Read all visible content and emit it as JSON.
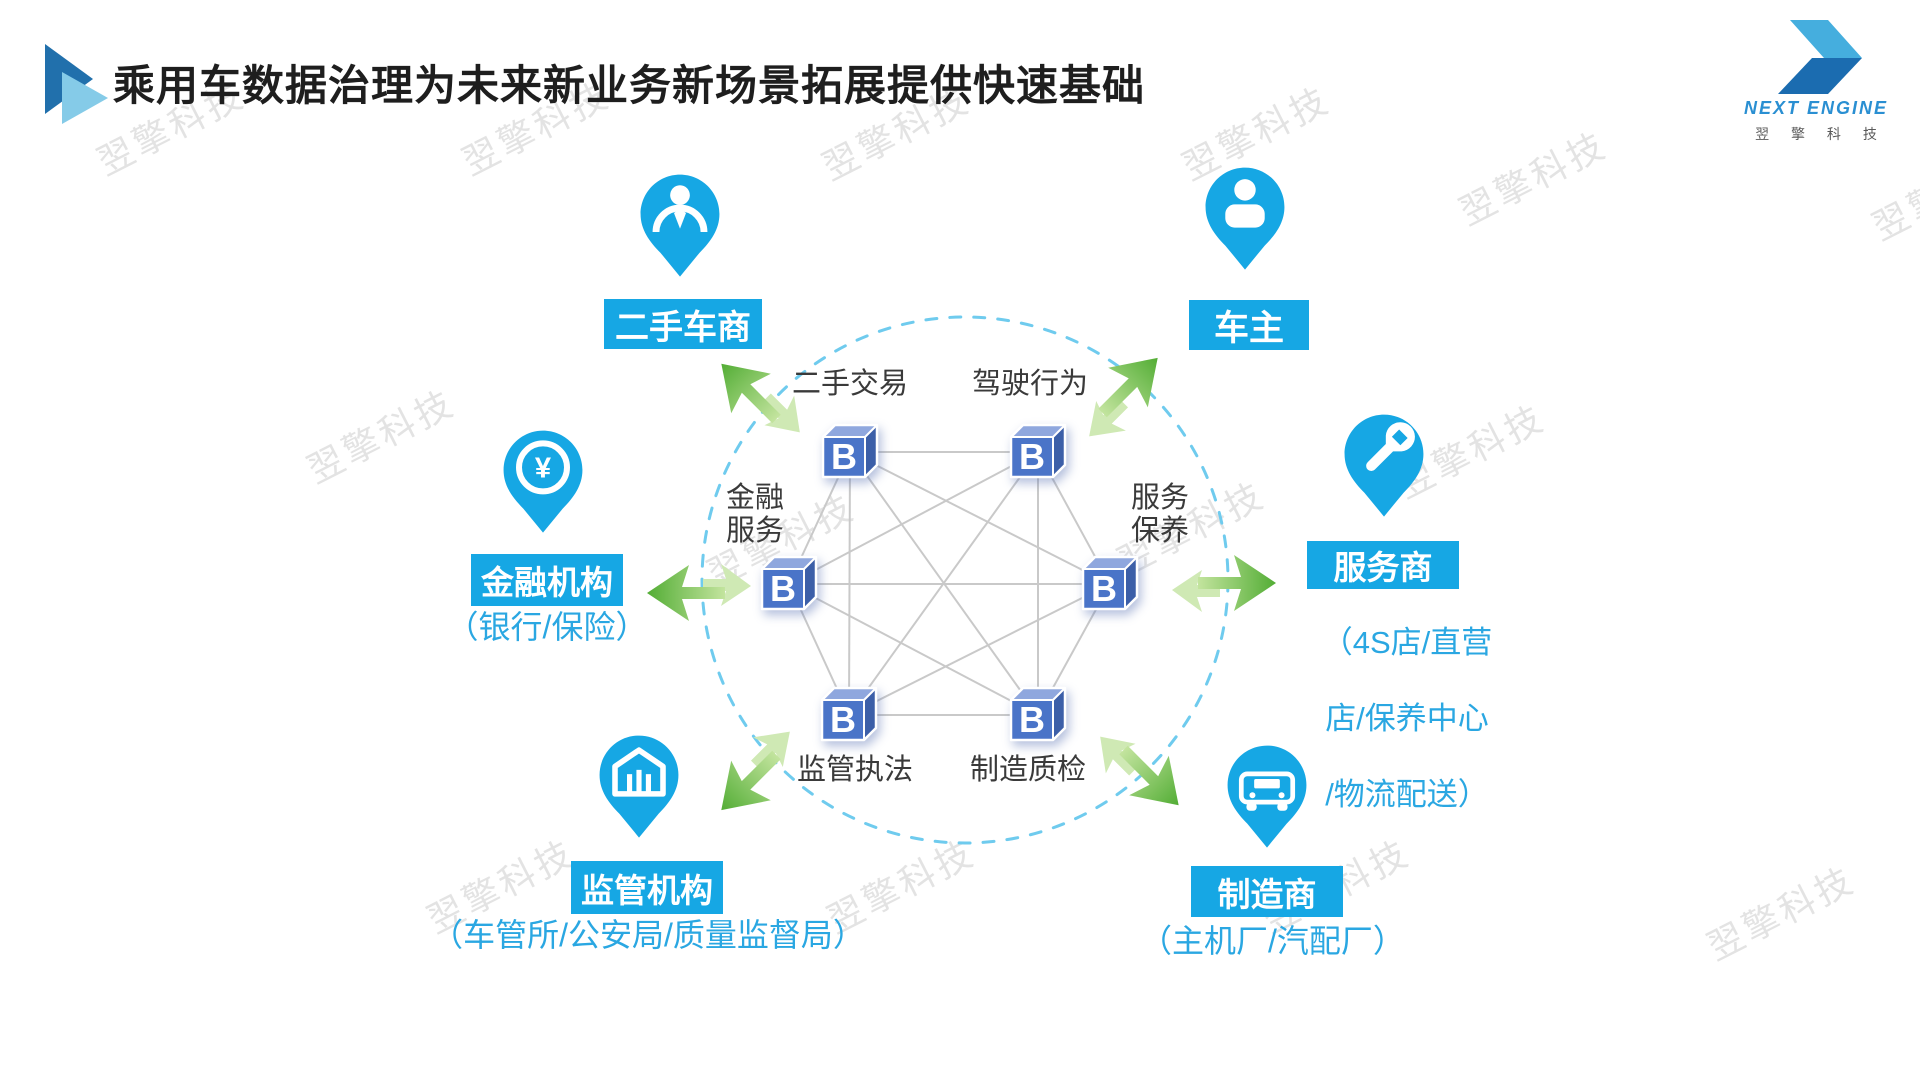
{
  "slide": {
    "title": "乘用车数据治理为未来新业务新场景拓展提供快速基础"
  },
  "logo": {
    "brand": "NEXT ENGINE",
    "brand_cn": "翌 擎 科 技"
  },
  "watermark": {
    "text": "翌擎科技"
  },
  "network": {
    "node_letter": "B",
    "node_labels": [
      "二手交易",
      "驾驶行为",
      "金融\n服务",
      "服务\n保养",
      "监管执法",
      "制造质检"
    ]
  },
  "entities": [
    {
      "id": "used-car-dealer",
      "label": "二手车商",
      "icon": "businessman-pin-icon"
    },
    {
      "id": "car-owner",
      "label": "车主",
      "icon": "person-pin-icon"
    },
    {
      "id": "financial-institution",
      "label": "金融机构",
      "subtitle": "（银行/保险）",
      "icon": "yuan-pin-icon"
    },
    {
      "id": "service-provider",
      "label": "服务商",
      "subtitle_lines": [
        "（4S店/直营",
        "店/保养中心",
        "/物流配送）"
      ],
      "icon": "wrench-pin-icon"
    },
    {
      "id": "regulator",
      "label": "监管机构",
      "subtitle": "（车管所/公安局/质量监督局）",
      "icon": "building-pin-icon"
    },
    {
      "id": "manufacturer",
      "label": "制造商",
      "subtitle": "（主机厂/汽配厂）",
      "icon": "car-pin-icon"
    }
  ],
  "colors": {
    "accent_cyan": "#16a7e4",
    "subtitle_blue": "#2aa7e2",
    "cube_front": "#4a74c8",
    "cube_top": "#8fa7de",
    "cube_side": "#3c5fa8",
    "mesh_line": "#c9c9c9",
    "dashed_circle": "#6fcbee",
    "arrow_green_dark": "#53ad35",
    "arrow_green_light": "#cfe9b4",
    "bullet_dark": "#2170ac",
    "bullet_light": "#85cbe8",
    "title_text": "#1e1e1e",
    "watermark_gray": "#e3e3e3"
  }
}
